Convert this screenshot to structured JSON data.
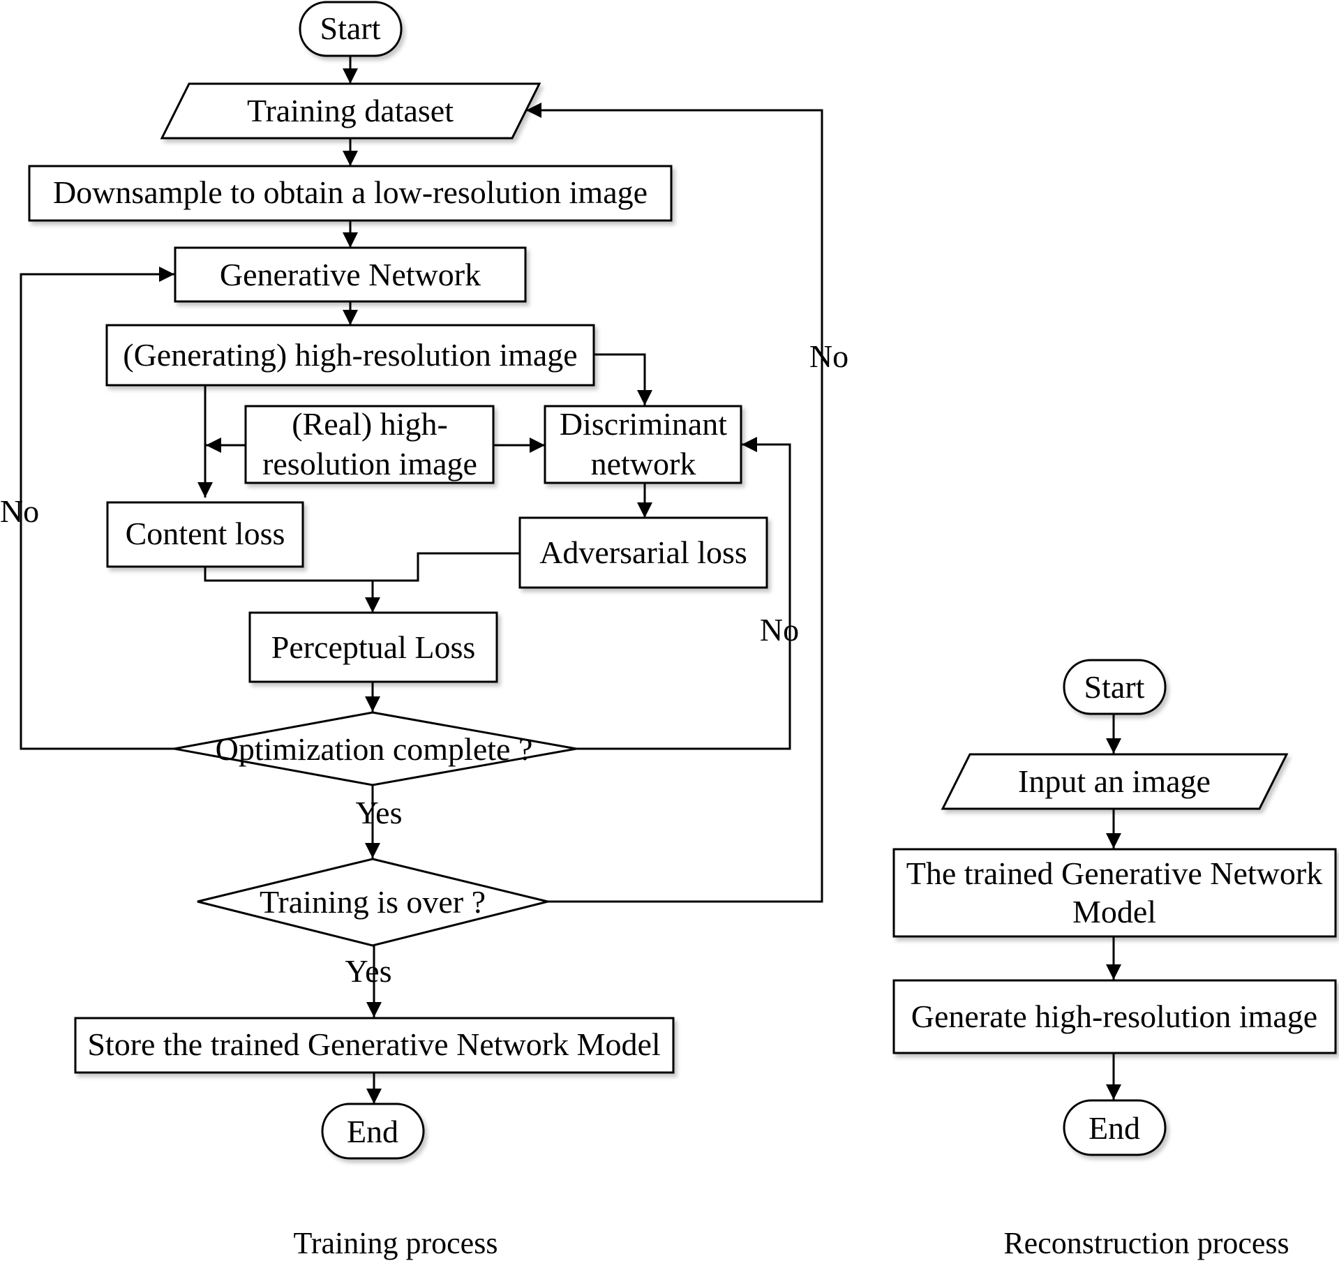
{
  "training": {
    "start": "Start",
    "dataset": "Training dataset",
    "downsample": "Downsample to obtain a low-resolution image",
    "generative": "Generative Network",
    "generated_hr": "(Generating) high-resolution image",
    "real_hr_line1": "(Real) high-",
    "real_hr_line2": "resolution image",
    "discriminant_line1": "Discriminant",
    "discriminant_line2": "network",
    "content_loss": "Content loss",
    "adversarial_loss": "Adversarial loss",
    "perceptual_loss": "Perceptual Loss",
    "optimization": "Optimization complete ?",
    "training_over": "Training is over ?",
    "store_model": "Store the trained Generative Network Model",
    "end": "End",
    "no_left": "No",
    "no_right": "No",
    "no_far_right": "No",
    "yes_optimization": "Yes",
    "yes_training": "Yes",
    "caption": "Training process"
  },
  "reconstruction": {
    "start": "Start",
    "input": "Input an image",
    "model_line1": "The trained Generative Network",
    "model_line2": "Model",
    "generate": "Generate high-resolution image",
    "end": "End",
    "caption": "Reconstruction process"
  }
}
